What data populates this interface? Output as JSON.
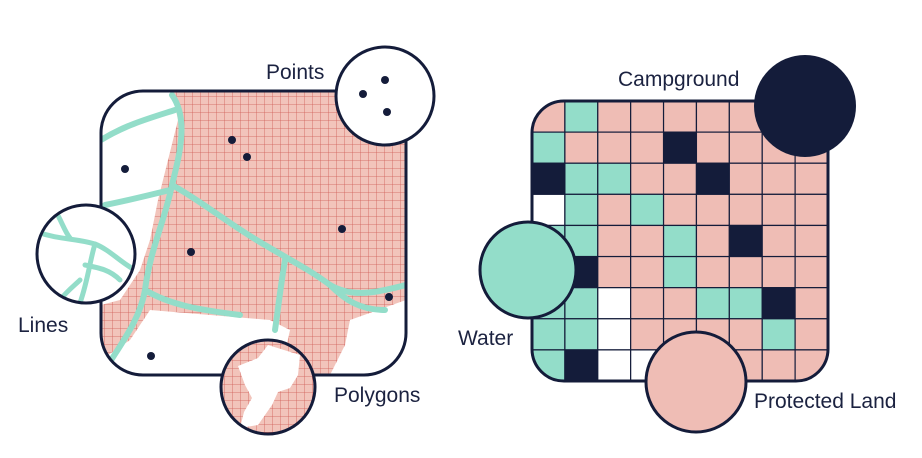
{
  "colors": {
    "navy": "#141c3a",
    "mint": "#93ddc9",
    "pink": "#efbdb5",
    "pink_fill": "#f2c4bb",
    "grid_line": "#cf5a55",
    "white": "#ffffff"
  },
  "vector_panel": {
    "labels": {
      "points": "Points",
      "lines": "Lines",
      "polygons": "Polygons"
    }
  },
  "raster_panel": {
    "labels": {
      "campground": "Campground",
      "water": "Water",
      "protected_land": "Protected Land"
    },
    "legend_classes": {
      "N": "campground",
      "M": "water",
      "P": "protected_land",
      "W": "empty"
    },
    "cells": [
      "PMPPPPP",
      "MPPPNPP",
      "NMMPPNPP",
      "WMPMPPPP",
      "MMPPMPNP",
      "MNPPMPPP",
      "MMWPPMMN",
      "MMWPPPPM",
      "MNWW"
    ]
  }
}
